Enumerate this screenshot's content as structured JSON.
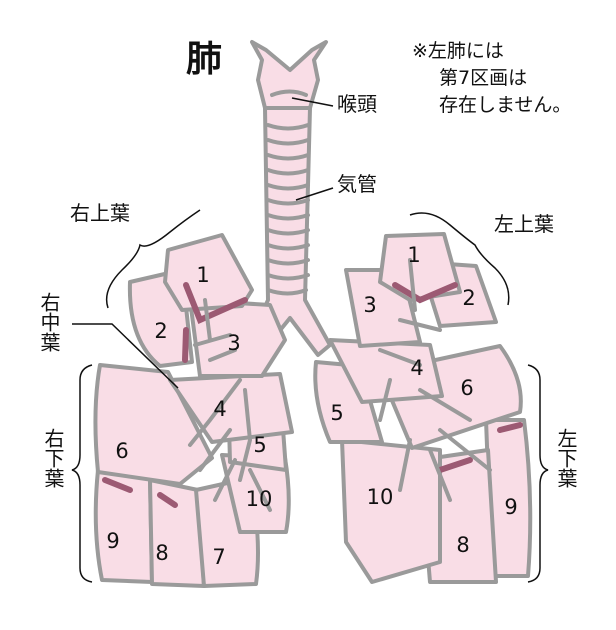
{
  "title": "肺",
  "note": [
    "※左肺には",
    "第7区画は",
    "存在しません。"
  ],
  "labels": {
    "larynx": "喉頭",
    "trachea": "気管",
    "right_upper": "右上葉",
    "left_upper": "左上葉",
    "right_middle": "右中葉",
    "right_lower": "右下葉",
    "left_lower": "左下葉"
  },
  "right_segments": [
    "1",
    "2",
    "3",
    "4",
    "5",
    "6",
    "7",
    "8",
    "9",
    "10"
  ],
  "left_segments": [
    "1",
    "2",
    "3",
    "4",
    "5",
    "6",
    "8",
    "9",
    "10"
  ],
  "colors": {
    "fill": "#f9dde6",
    "stroke": "#9a9a9a",
    "dark": "#9c5a73"
  }
}
